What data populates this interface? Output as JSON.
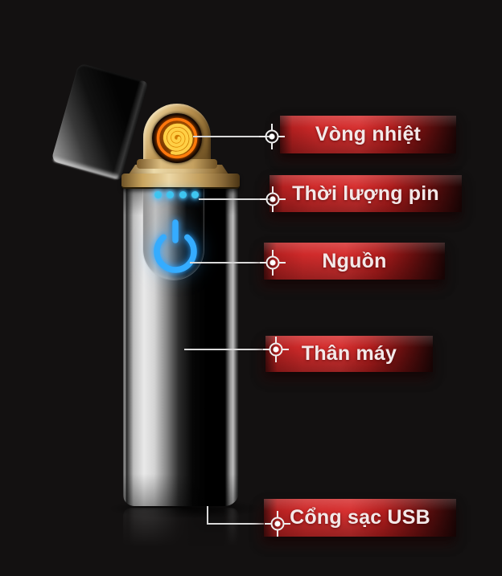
{
  "background_color": "#131111",
  "callouts": [
    {
      "label": "Vòng nhiệt"
    },
    {
      "label": "Thời lượng pin"
    },
    {
      "label": "Nguồn"
    },
    {
      "label": "Thân máy"
    },
    {
      "label": "Cổng sạc USB"
    }
  ],
  "indicator": {
    "led_count": 4
  },
  "icons": {
    "heating_coil": "glowing-spiral",
    "power": "power-symbol",
    "target_marker": "crosshair-target"
  },
  "colors": {
    "banner_red": "#d63030",
    "banner_text": "#f3e9e9",
    "led_blue": "#3fc6f0",
    "power_blue": "#35acff",
    "coil_ring_orange": "#ff750e",
    "coil_spiral_yellow": "#ffcf45",
    "collar_gold": "#caa55f",
    "callout_line": "#d9d9d9"
  }
}
